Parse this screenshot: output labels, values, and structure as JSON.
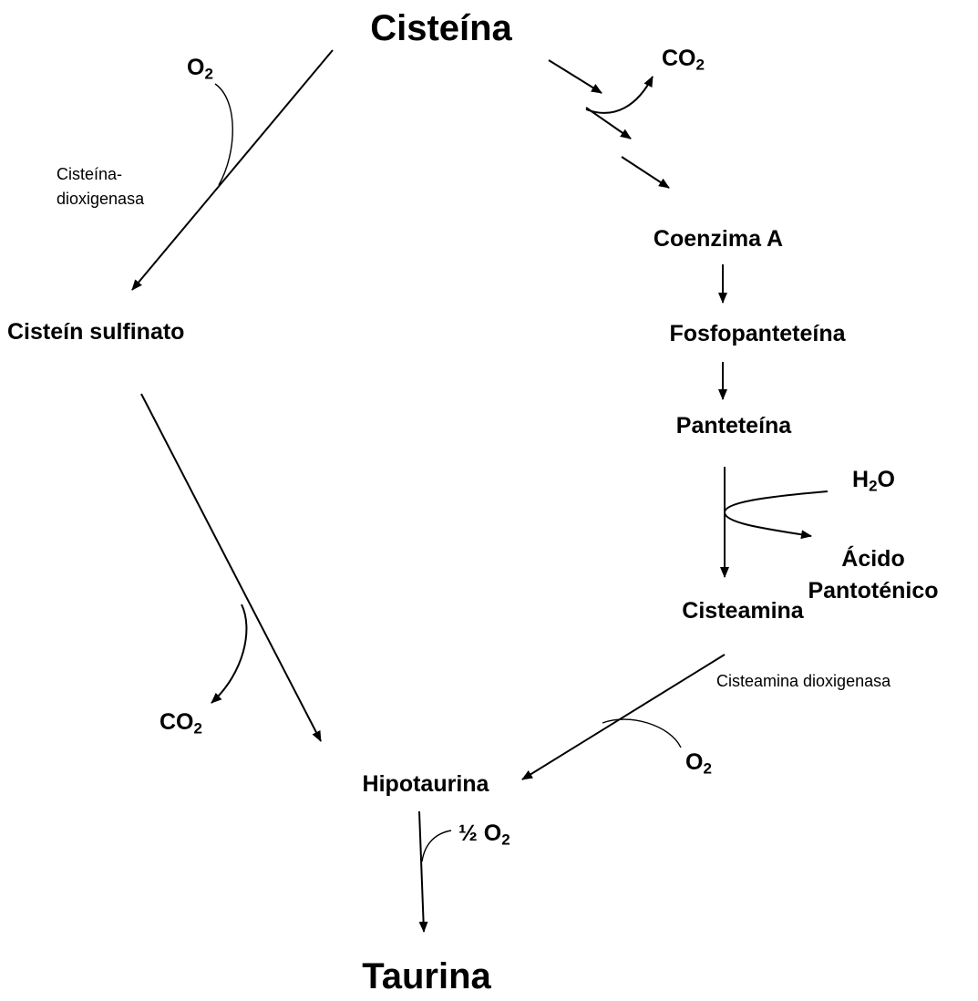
{
  "nodes": {
    "cisteina": "Cisteína",
    "cistein_sulfinato": "Cisteín sulfinato",
    "coenzima_a": "Coenzima A",
    "fosfopanteteina": "Fosfopanteteína",
    "panteteina": "Panteteína",
    "cisteamina": "Cisteamina",
    "hipotaurina": "Hipotaurina",
    "taurina": "Taurina",
    "acido_line1": "Ácido",
    "acido_line2": "Pantoténico"
  },
  "molecules": {
    "o2_left": {
      "main": "O",
      "sub": "2"
    },
    "co2_top": {
      "main": "CO",
      "sub": "2"
    },
    "co2_left": {
      "main": "CO",
      "sub": "2"
    },
    "o2_right": {
      "main": "O",
      "sub": "2"
    },
    "h2o": {
      "main": "H",
      "sub": "2",
      "tail": "O"
    },
    "half_o2": {
      "main": "½ O",
      "sub": "2"
    }
  },
  "enzymes": {
    "cisteina_dioxigenasa_line1": "Cisteína-",
    "cisteina_dioxigenasa_line2": "dioxigenasa",
    "cisteamina_dioxigenasa": "Cisteamina dioxigenasa"
  }
}
